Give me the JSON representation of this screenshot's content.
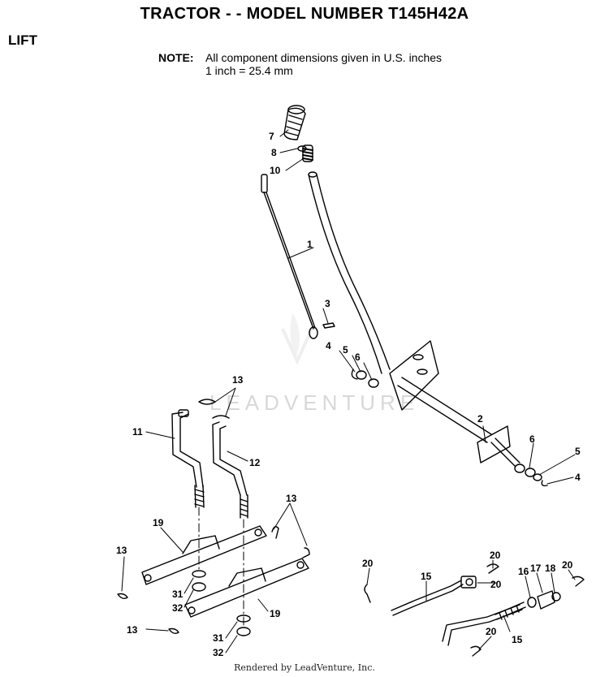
{
  "header": {
    "title": "TRACTOR - - MODEL NUMBER T145H42A",
    "section": "LIFT"
  },
  "note": {
    "label": "NOTE:",
    "line1": "All component dimensions given in U.S. inches",
    "line2": "1 inch = 25.4 mm"
  },
  "watermark": "LEADVENTURE",
  "footer": "Rendered by LeadVenture, Inc.",
  "callouts": {
    "c1": "1",
    "c2": "2",
    "c3": "3",
    "c4a": "4",
    "c4b": "4",
    "c5a": "5",
    "c5b": "5",
    "c6a": "6",
    "c6b": "6",
    "c7": "7",
    "c8": "8",
    "c10": "10",
    "c11": "11",
    "c12": "12",
    "c13a": "13",
    "c13b": "13",
    "c13c": "13",
    "c13d": "13",
    "c15a": "15",
    "c15b": "15",
    "c16": "16",
    "c17": "17",
    "c18": "18",
    "c19a": "19",
    "c19b": "19",
    "c20a": "20",
    "c20b": "20",
    "c20c": "20",
    "c20d": "20",
    "c31a": "31",
    "c31b": "31",
    "c32a": "32",
    "c32b": "32"
  }
}
